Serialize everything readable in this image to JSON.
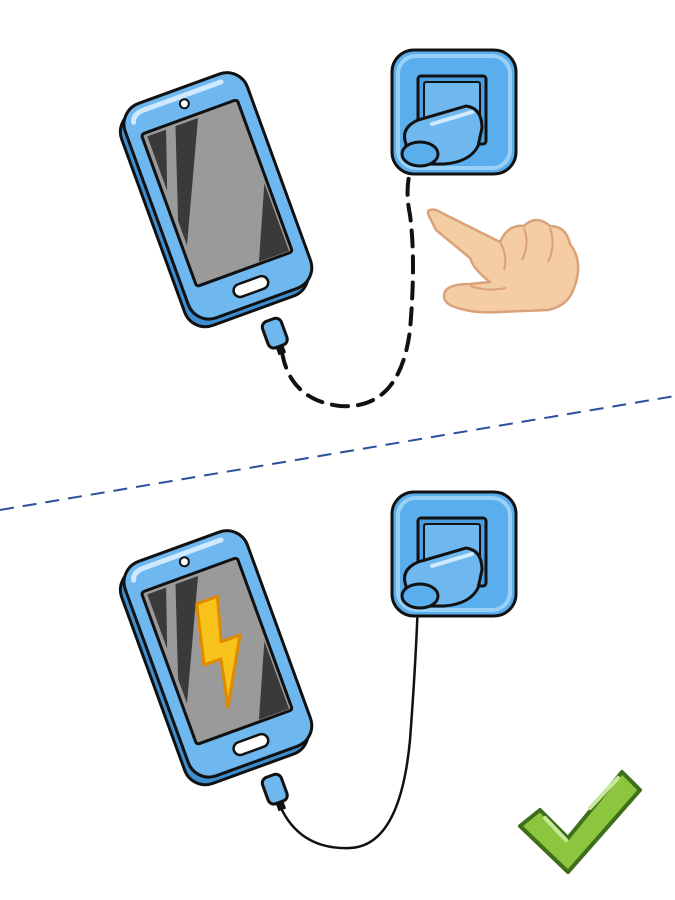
{
  "scene": {
    "panels": [
      {
        "id": "before",
        "phone_icon": "smartphone-icon",
        "plug_icon": "wall-plug-icon",
        "cable_style": "dashed",
        "hand_icon": "pointing-hand-icon"
      },
      {
        "id": "after",
        "phone_icon": "smartphone-icon",
        "plug_icon": "wall-plug-icon",
        "cable_style": "solid",
        "status_icon": "lightning-bolt-icon",
        "result_icon": "checkmark-icon"
      }
    ],
    "divider_style": "dashed"
  },
  "colors": {
    "phone_body": "#6fb8ef",
    "phone_light": "#a9d8fa",
    "phone_dark": "#3d8fd1",
    "screen": "#9a9a9a",
    "screen_dark": "#3a3a3a",
    "outline": "#111111",
    "socket": "#5aaeee",
    "divider": "#2a4f9c",
    "bolt": "#f7c21a",
    "bolt_edge": "#e08a00",
    "check": "#8cc63f",
    "check_edge": "#3f6e1a",
    "skin": "#f5cda5",
    "skin_edge": "#d9a27a"
  }
}
